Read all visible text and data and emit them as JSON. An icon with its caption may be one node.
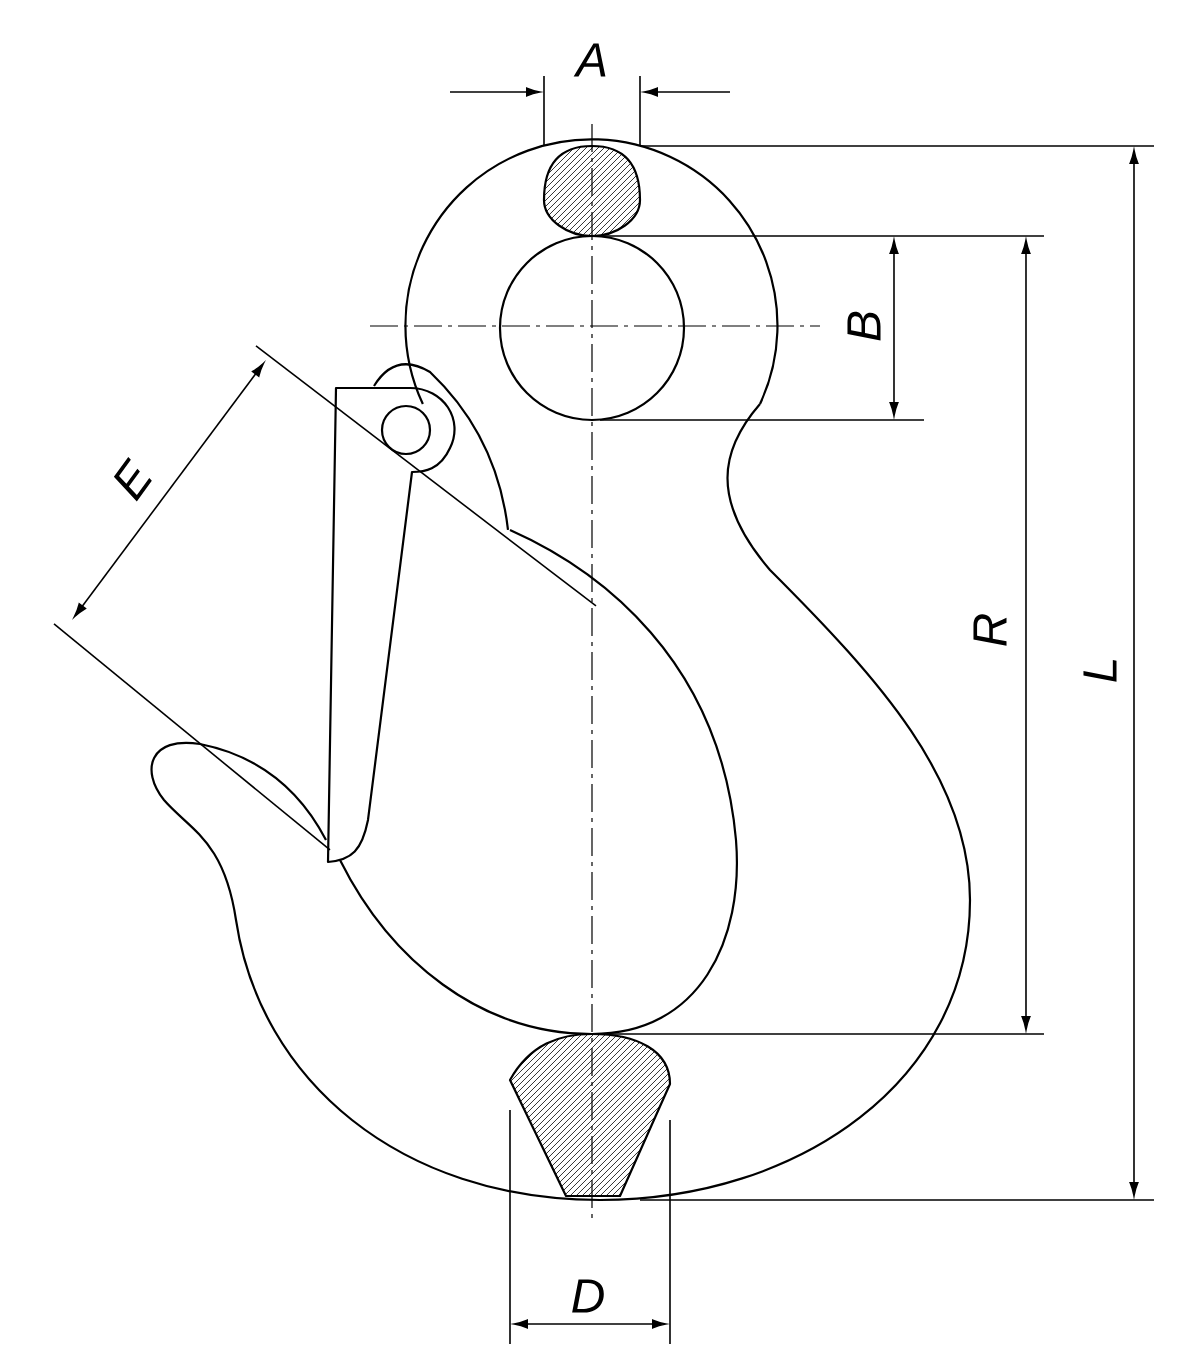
{
  "diagram": {
    "labels": [
      "A",
      "B",
      "E",
      "R",
      "L",
      "D"
    ]
  }
}
